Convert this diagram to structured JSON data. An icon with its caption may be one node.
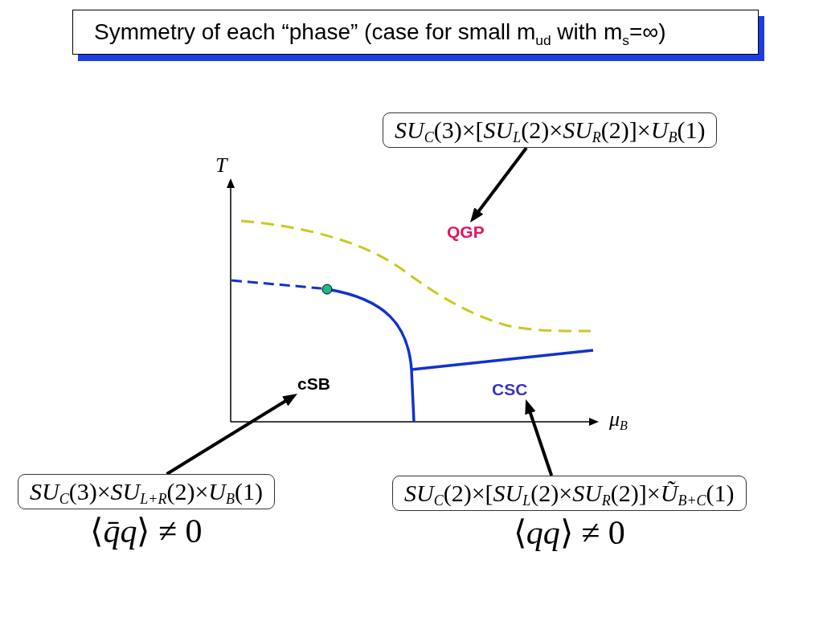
{
  "diagram": {
    "title": "Symmetry of each “phase” (case for small m$_{ud}$ with m$_{s}$=∞)",
    "nodes": [
      {
        "text": [
          "*SU*$_{C}$(3)×[*SU*$_{L}$(2)×*SU*$_{R}$(2)]×*U*$_{B}$(1)"
        ]
      },
      {
        "text": [
          "QGP"
        ]
      },
      {
        "text": [
          "cSB"
        ]
      },
      {
        "text": [
          "CSC"
        ]
      },
      {
        "text": [
          "*SU*$_{C}$(3)×*SU*$_{L+R}$(2)×*U*$_{B}$(1)"
        ],
        "beside": [
          "⟨*q̄q*⟩ ≠ 0"
        ]
      },
      {
        "text": [
          "*SU*$_{C}$(2)×[*SU*$_{L}$(2)×*SU*$_{R}$(2)]×*Ũ*$_{B+C}$(1)"
        ],
        "beside": [
          "⟨*qq*⟩ ≠ 0"
        ]
      }
    ],
    "edges": [
      {
        "from": 0,
        "to": 1,
        "arrow": "to"
      },
      {
        "from": 4,
        "to": 2,
        "arrow": "to"
      },
      {
        "from": 5,
        "to": 3,
        "arrow": "to"
      }
    ],
    "labels": [
      "T",
      "μ$_{B}$"
    ]
  }
}
